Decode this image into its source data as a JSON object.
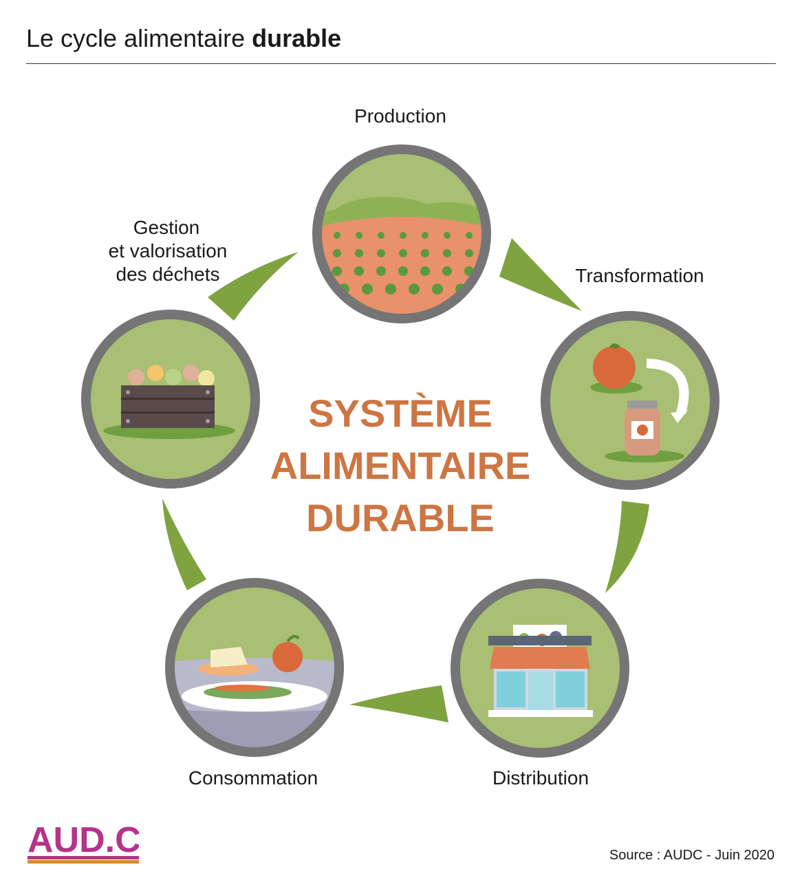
{
  "header": {
    "title_regular": "Le cycle alimentaire",
    "title_bold": "durable"
  },
  "center": {
    "line1": "SYSTÈME",
    "line2": "ALIMENTAIRE",
    "line3": "DURABLE"
  },
  "stages": {
    "production": "Production",
    "transformation": "Transformation",
    "distribution": "Distribution",
    "consommation": "Consommation",
    "dechets_line1": "Gestion",
    "dechets_line2": "et valorisation",
    "dechets_line3": "des déchets"
  },
  "footer": {
    "source": "Source : AUDC - Juin 2020",
    "logo_text": "AUD.C"
  },
  "colors": {
    "ring": "#757575",
    "circle_bg": "#a9bf74",
    "arrow": "#7fa33f",
    "center_text": "#cd7543",
    "logo_magenta": "#b5338a",
    "logo_orange": "#d98a2b"
  }
}
